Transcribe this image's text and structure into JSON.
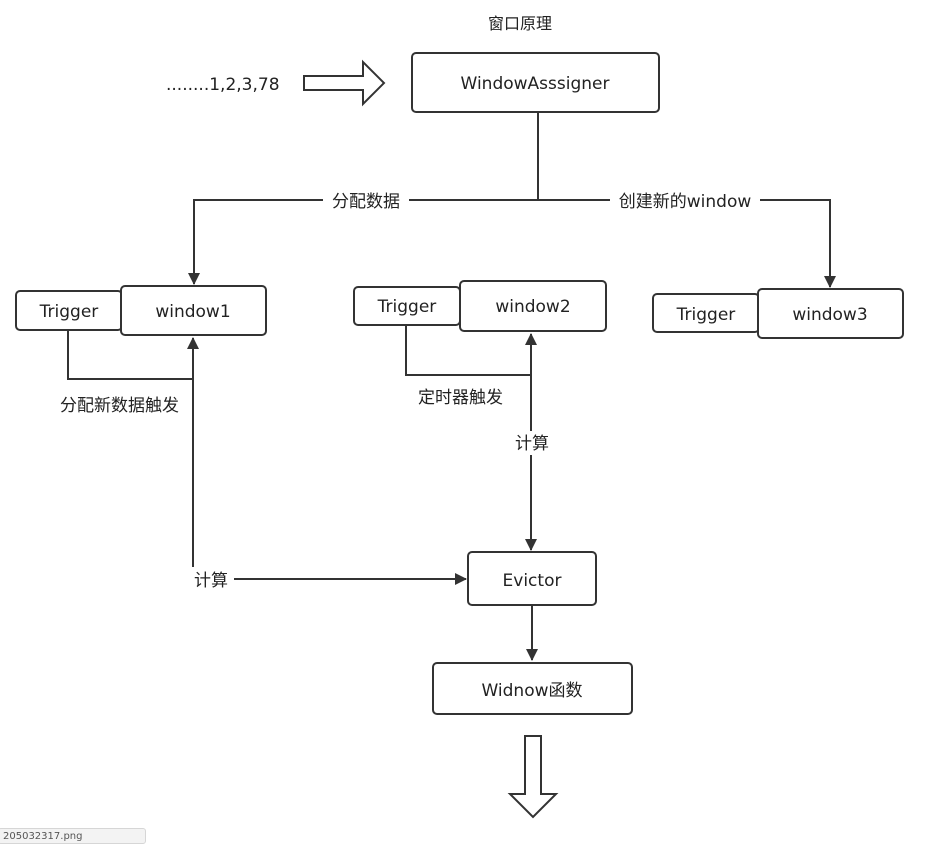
{
  "title": "窗口原理",
  "input_sequence": "........1,2,3,78",
  "nodes": {
    "assigner": "WindowAsssigner",
    "trigger1": "Trigger",
    "window1": "window1",
    "trigger2": "Trigger",
    "window2": "window2",
    "trigger3": "Trigger",
    "window3": "window3",
    "evictor": "Evictor",
    "window_fn": "Widnow函数"
  },
  "edges": {
    "distribute": "分配数据",
    "create": "创建新的window",
    "new_data_trigger": "分配新数据触发",
    "timer_trigger": "定时器触发",
    "compute_right": "计算",
    "compute_left": "计算"
  },
  "filename_tab": "205032317.png",
  "colors": {
    "stroke": "#333333",
    "text": "#222222",
    "background": "#ffffff"
  }
}
